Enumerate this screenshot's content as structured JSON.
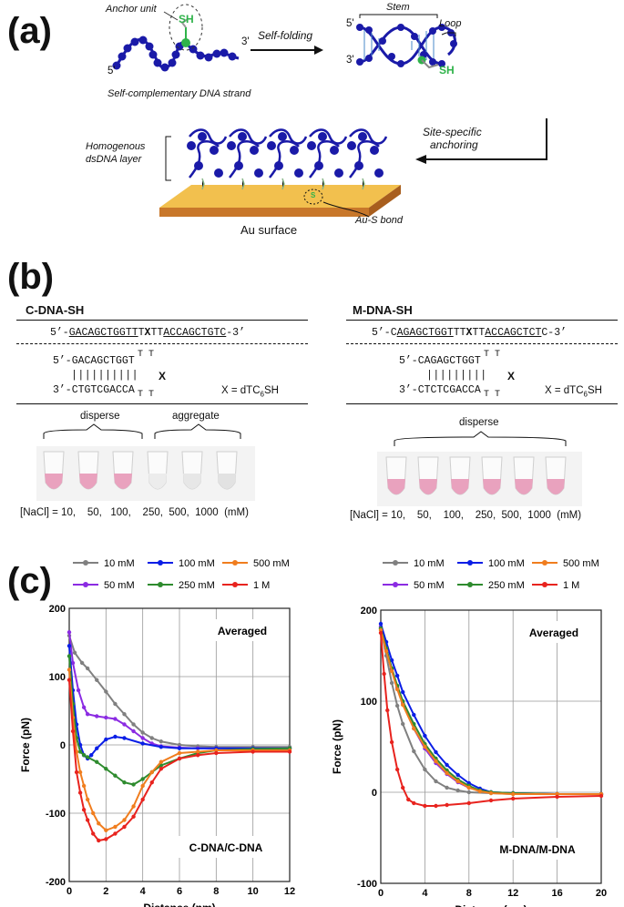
{
  "panel_a": {
    "label": "(a)",
    "anchor_unit": "Anchor unit",
    "sh": "SH",
    "five_prime": "5'",
    "three_prime": "3'",
    "strand_caption": "Self-complementary DNA strand",
    "self_folding": "Self-folding",
    "stem": "Stem",
    "loop": "Loop",
    "site_specific": "Site-specific",
    "anchoring": "anchoring",
    "homogenous": "Homogenous",
    "dsdna_layer": "dsDNA layer",
    "s": "S",
    "au_surface": "Au surface",
    "au_s_bond": "Au-S bond",
    "colors": {
      "dna": "#1a1aa8",
      "gold": "#f2c04e",
      "gold_edge": "#c8772a",
      "anchor": "#2fb34a"
    }
  },
  "panel_b": {
    "label": "(b)",
    "left": {
      "title": "C-DNA-SH",
      "seq_prefix": "5’-",
      "seq_stem1": "GACAGCTGGTT",
      "seq_mid1": "T",
      "seq_x": "X",
      "seq_mid2": "TT",
      "seq_stem2": "ACCAGCTGTC",
      "seq_suffix": "-3’",
      "hp_top": "5’-GACAGCTGGT",
      "hp_pairs": "||||||||||",
      "hp_bottom": "3’-CTGTCGACCA",
      "loop_top": "T T",
      "loop_bottom": "T T",
      "loop_x": "X",
      "x_def": "X = dTC",
      "x_sub": "6",
      "x_tail": "SH",
      "group1": "disperse",
      "group2": "aggregate",
      "nacl": "[NaCl] = 10,    50,   100,    250,  500,  1000  (mM)",
      "tube_colors": [
        "#e9a2be",
        "#e9a2be",
        "#e9a2be",
        "#ececec",
        "#e7e7e7",
        "#e2e2e2"
      ]
    },
    "right": {
      "title": "M-DNA-SH",
      "seq_prefix": "5’-C",
      "seq_stem1": "AGAGCTGGT",
      "seq_mid1": "TT",
      "seq_x": "X",
      "seq_mid2": "TT",
      "seq_stem2": "ACCAGCTCT",
      "seq_suffix": "C-3’",
      "hp_top": "5’-CAGAGCTGGT",
      "hp_pairs": "|||||||||",
      "hp_bottom": "3’-CTCTCGACCA",
      "loop_top": "T T",
      "loop_bottom": "T T",
      "loop_x": "X",
      "x_def": "X = dTC",
      "x_sub": "6",
      "x_tail": "SH",
      "group1": "disperse",
      "nacl": "[NaCl] = 10,    50,    100,    250,  500,  1000  (mM)",
      "tube_colors": [
        "#e9a2be",
        "#e9a2be",
        "#e9a2be",
        "#e9a2be",
        "#e9a2be",
        "#e9a2be"
      ]
    }
  },
  "panel_c": {
    "label": "(c)",
    "legend_entries": [
      "10 mM",
      "100 mM",
      "500 mM",
      "50 mM",
      "250 mM",
      "1 M"
    ]
  },
  "chart_data": [
    {
      "type": "line",
      "xlabel": "Distance (nm)",
      "ylabel": "Force (pN)",
      "xlim": [
        0,
        12
      ],
      "ylim": [
        -200,
        200
      ],
      "xticks": [
        0,
        2,
        4,
        6,
        8,
        10,
        12
      ],
      "yticks": [
        -200,
        -100,
        0,
        100,
        200
      ],
      "annotation": "Averaged",
      "label": "C-DNA/C-DNA",
      "grid": true,
      "series": [
        {
          "name": "10 mM",
          "color": "#808080",
          "x": [
            0,
            0.3,
            0.7,
            1,
            1.5,
            2,
            2.5,
            3,
            3.5,
            4,
            4.5,
            5,
            6,
            7,
            8,
            10,
            12
          ],
          "y": [
            160,
            135,
            120,
            112,
            95,
            78,
            60,
            45,
            30,
            18,
            10,
            5,
            0,
            -2,
            -3,
            -3,
            -3
          ]
        },
        {
          "name": "50 mM",
          "color": "#8b2be2",
          "x": [
            0,
            0.2,
            0.5,
            0.8,
            1,
            1.5,
            2,
            2.5,
            3,
            3.5,
            4,
            4.5,
            5,
            6,
            7,
            8,
            10,
            12
          ],
          "y": [
            165,
            120,
            80,
            55,
            45,
            42,
            40,
            38,
            30,
            20,
            10,
            2,
            -2,
            -4,
            -5,
            -5,
            -5,
            -5
          ]
        },
        {
          "name": "100 mM",
          "color": "#0a1ee6",
          "x": [
            0,
            0.2,
            0.4,
            0.6,
            0.8,
            1,
            1.2,
            1.5,
            2,
            2.5,
            3,
            4,
            5,
            6,
            8,
            10,
            12
          ],
          "y": [
            145,
            80,
            30,
            0,
            -15,
            -20,
            -15,
            -5,
            8,
            12,
            10,
            2,
            -3,
            -5,
            -5,
            -5,
            -5
          ]
        },
        {
          "name": "250 mM",
          "color": "#2e8b2e",
          "x": [
            0,
            0.2,
            0.4,
            0.6,
            0.8,
            1,
            1.5,
            2,
            2.5,
            3,
            3.5,
            4,
            4.5,
            5,
            6,
            7,
            8,
            10,
            12
          ],
          "y": [
            130,
            60,
            10,
            -10,
            -15,
            -18,
            -25,
            -35,
            -45,
            -55,
            -58,
            -50,
            -40,
            -30,
            -20,
            -12,
            -8,
            -6,
            -5
          ]
        },
        {
          "name": "500 mM",
          "color": "#f07d1e",
          "x": [
            0,
            0.2,
            0.4,
            0.6,
            0.8,
            1,
            1.3,
            1.6,
            2,
            2.5,
            3,
            3.5,
            4,
            4.5,
            5,
            6,
            7,
            8,
            10,
            12
          ],
          "y": [
            110,
            40,
            -10,
            -40,
            -60,
            -80,
            -100,
            -115,
            -125,
            -120,
            -110,
            -90,
            -60,
            -40,
            -25,
            -12,
            -10,
            -8,
            -8,
            -8
          ]
        },
        {
          "name": "1 M",
          "color": "#e8231e",
          "x": [
            0,
            0.2,
            0.4,
            0.6,
            0.8,
            1,
            1.3,
            1.6,
            2,
            2.5,
            3,
            3.5,
            4,
            4.5,
            5,
            6,
            7,
            8,
            10,
            12
          ],
          "y": [
            95,
            20,
            -40,
            -70,
            -95,
            -110,
            -130,
            -140,
            -138,
            -130,
            -120,
            -105,
            -80,
            -55,
            -35,
            -20,
            -15,
            -12,
            -10,
            -10
          ]
        }
      ]
    },
    {
      "type": "line",
      "xlabel": "Distance (nm)",
      "ylabel": "Force (pN)",
      "xlim": [
        0,
        20
      ],
      "ylim": [
        -100,
        200
      ],
      "xticks": [
        0,
        4,
        8,
        12,
        16,
        20
      ],
      "yticks": [
        -100,
        0,
        100,
        200
      ],
      "annotation": "Averaged",
      "label": "M-DNA/M-DNA",
      "grid": true,
      "series": [
        {
          "name": "10 mM",
          "color": "#808080",
          "x": [
            0,
            0.5,
            1,
            1.5,
            2,
            3,
            4,
            5,
            6,
            7,
            8,
            10,
            12,
            16,
            20
          ],
          "y": [
            180,
            150,
            120,
            95,
            75,
            45,
            25,
            12,
            5,
            2,
            0,
            -1,
            -2,
            -2,
            -2
          ]
        },
        {
          "name": "50 mM",
          "color": "#8b2be2",
          "x": [
            0,
            0.5,
            1,
            1.5,
            2,
            3,
            4,
            5,
            6,
            7,
            8,
            9,
            10,
            12,
            16,
            20
          ],
          "y": [
            182,
            158,
            135,
            115,
            98,
            70,
            48,
            32,
            20,
            11,
            5,
            2,
            0,
            -1,
            -2,
            -2
          ]
        },
        {
          "name": "100 mM",
          "color": "#0a1ee6",
          "x": [
            0,
            0.5,
            1,
            1.5,
            2,
            3,
            4,
            5,
            6,
            7,
            8,
            9,
            10,
            12,
            16,
            20
          ],
          "y": [
            185,
            165,
            145,
            128,
            110,
            85,
            62,
            44,
            30,
            19,
            10,
            4,
            0,
            -1,
            -2,
            -2
          ]
        },
        {
          "name": "250 mM",
          "color": "#2e8b2e",
          "x": [
            0,
            0.5,
            1,
            1.5,
            2,
            3,
            4,
            5,
            6,
            7,
            8,
            9,
            10,
            12,
            16,
            20
          ],
          "y": [
            180,
            158,
            136,
            117,
            100,
            75,
            53,
            37,
            24,
            14,
            7,
            2,
            0,
            -1,
            -2,
            -2
          ]
        },
        {
          "name": "500 mM",
          "color": "#f07d1e",
          "x": [
            0,
            0.5,
            1,
            1.5,
            2,
            3,
            4,
            5,
            6,
            7,
            8,
            9,
            10,
            12,
            16,
            20
          ],
          "y": [
            178,
            155,
            133,
            113,
            96,
            70,
            50,
            34,
            21,
            12,
            5,
            1,
            -1,
            -2,
            -2,
            -2
          ]
        },
        {
          "name": "1 M",
          "color": "#e8231e",
          "x": [
            0,
            0.3,
            0.6,
            1,
            1.5,
            2,
            2.5,
            3,
            4,
            5,
            6,
            8,
            10,
            12,
            16,
            20
          ],
          "y": [
            175,
            130,
            90,
            55,
            25,
            5,
            -8,
            -12,
            -15,
            -15,
            -14,
            -12,
            -9,
            -7,
            -5,
            -4
          ]
        }
      ]
    }
  ]
}
